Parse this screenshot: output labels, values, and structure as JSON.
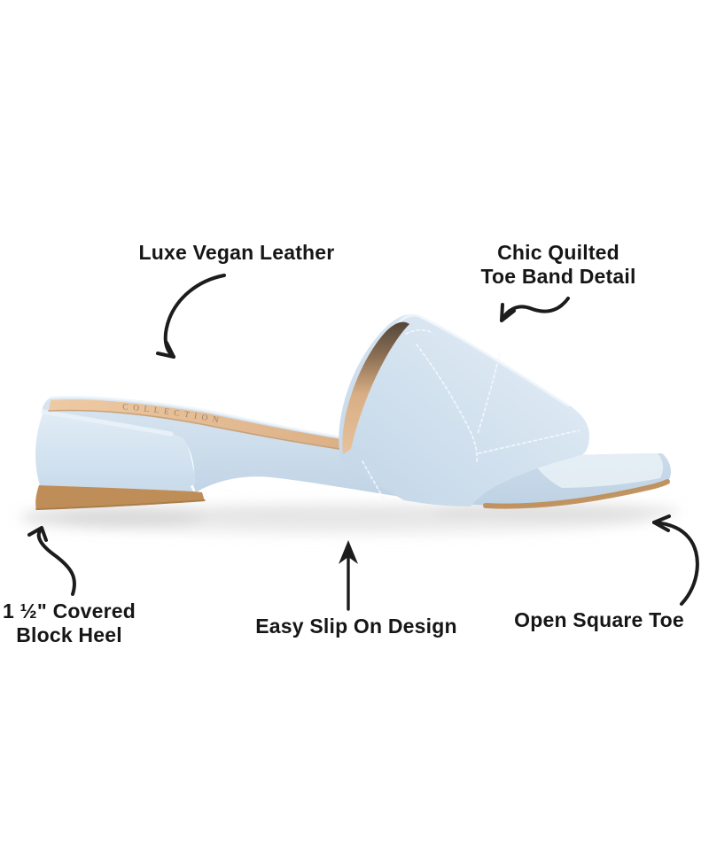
{
  "page": {
    "background": "#ffffff"
  },
  "theme": {
    "bg": "#ffffff",
    "ink": "#161616",
    "arrow": "#1c1c1c",
    "blue-highlight": "#e7f0f8",
    "blue-mid": "#d3e2ef",
    "blue-deep": "#c2d5e7",
    "tan-insole": "#e3bd98",
    "tan-outsole": "#bf8e58",
    "brown-opening": "#54463a",
    "stitch": "#f3f8fc"
  },
  "product": {
    "insole_text": "COLLECTION"
  },
  "callouts": [
    {
      "id": "luxe-vegan-leather",
      "lines": [
        "Luxe Vegan Leather"
      ]
    },
    {
      "id": "chic-quilted-toe-band",
      "lines": [
        "Chic Quilted",
        "Toe Band Detail"
      ]
    },
    {
      "id": "covered-block-heel",
      "lines": [
        "1 ½\" Covered",
        "Block Heel"
      ]
    },
    {
      "id": "easy-slip-on",
      "lines": [
        "Easy Slip On Design"
      ]
    },
    {
      "id": "open-square-toe",
      "lines": [
        "Open Square Toe"
      ]
    }
  ]
}
